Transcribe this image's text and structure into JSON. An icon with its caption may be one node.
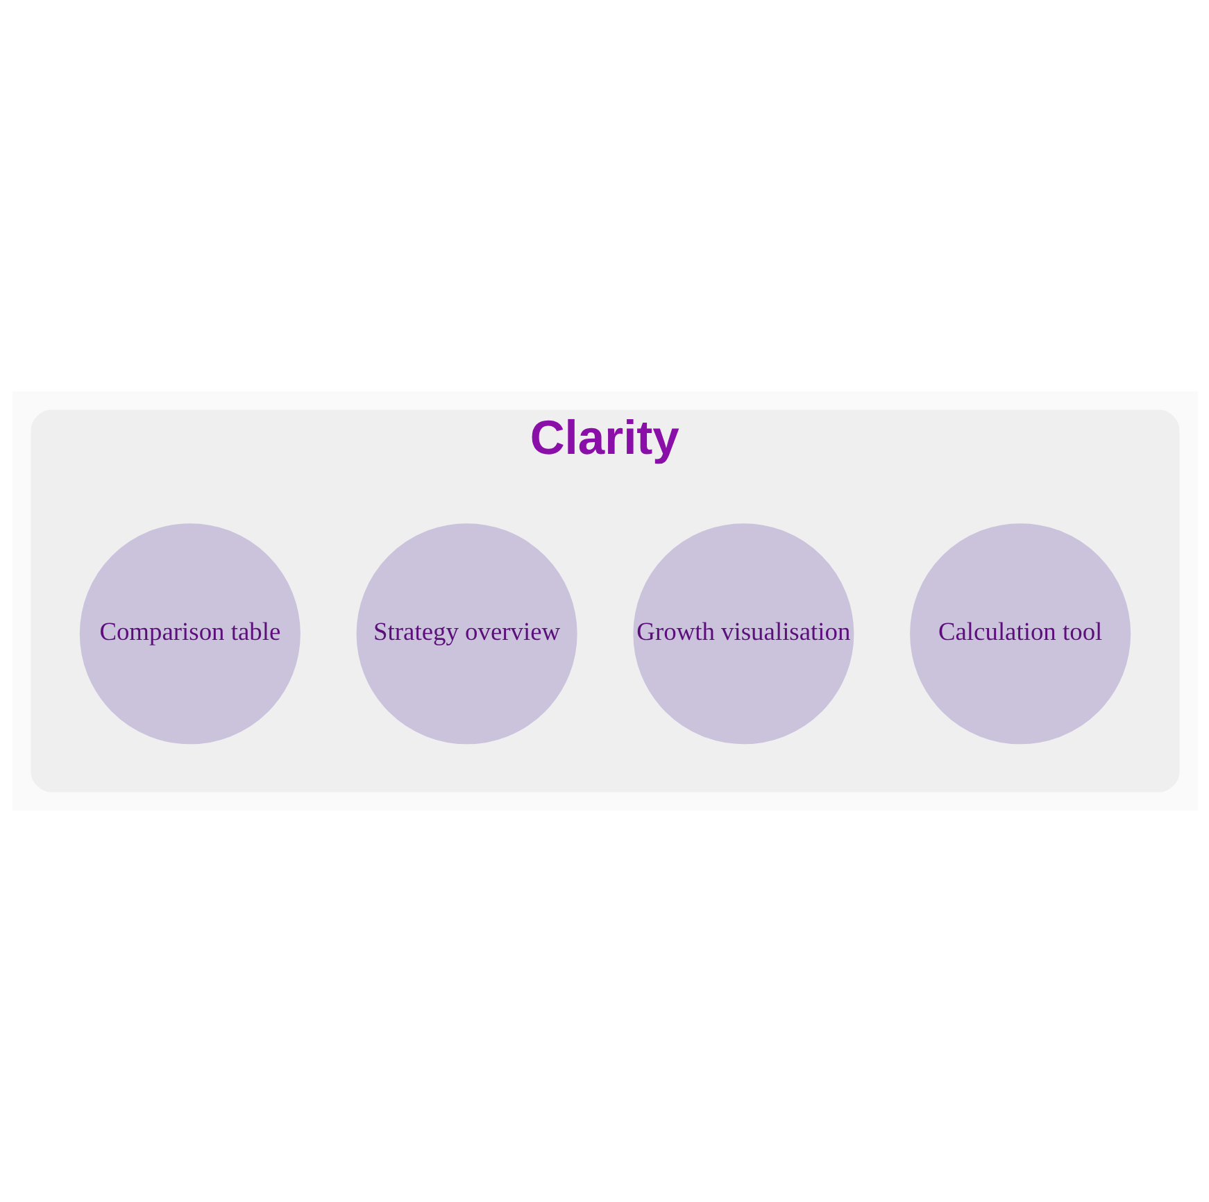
{
  "diagram": {
    "nodes": [
      {
        "text": [
          "Clarity"
        ]
      },
      {
        "text": [
          "Calculation tool"
        ],
        "in": 0
      },
      {
        "text": [
          "Growth visualisation"
        ],
        "in": 0
      },
      {
        "text": [
          "Strategy overview"
        ],
        "in": 0
      },
      {
        "text": [
          "Comparison table"
        ],
        "in": 0
      }
    ]
  }
}
